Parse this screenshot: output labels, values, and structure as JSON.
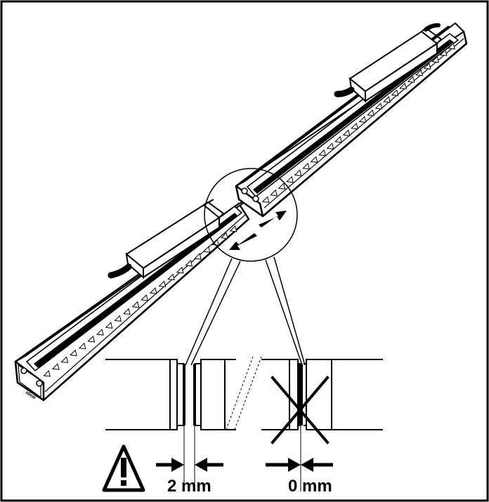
{
  "figure": {
    "left_gap_label": "2 mm",
    "right_gap_label": "0 mm",
    "brand_mark": "ideal",
    "icons": [
      "warning-triangle-icon",
      "cross-out-icon",
      "arrow-icon"
    ],
    "colors": {
      "line": "#000000",
      "background": "#ffffff"
    }
  }
}
